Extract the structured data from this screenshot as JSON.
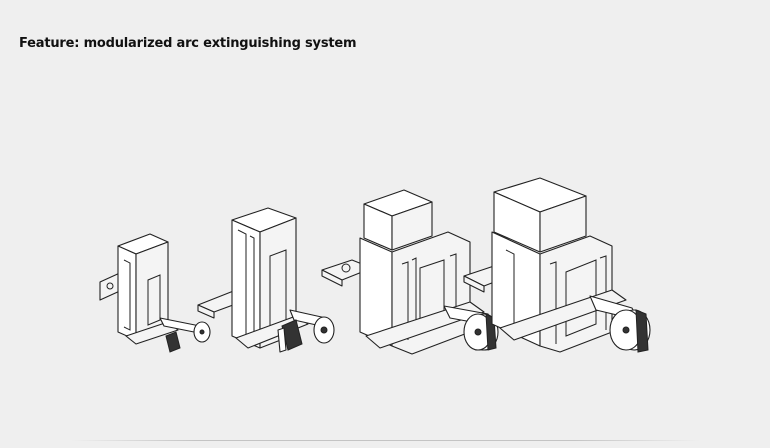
{
  "page": {
    "title": "Feature: modularized arc extinguishing system",
    "background": "#efefef"
  },
  "illustration": {
    "modules": [
      {
        "size": "small"
      },
      {
        "size": "medium"
      },
      {
        "size": "large"
      },
      {
        "size": "extra-large"
      }
    ]
  }
}
